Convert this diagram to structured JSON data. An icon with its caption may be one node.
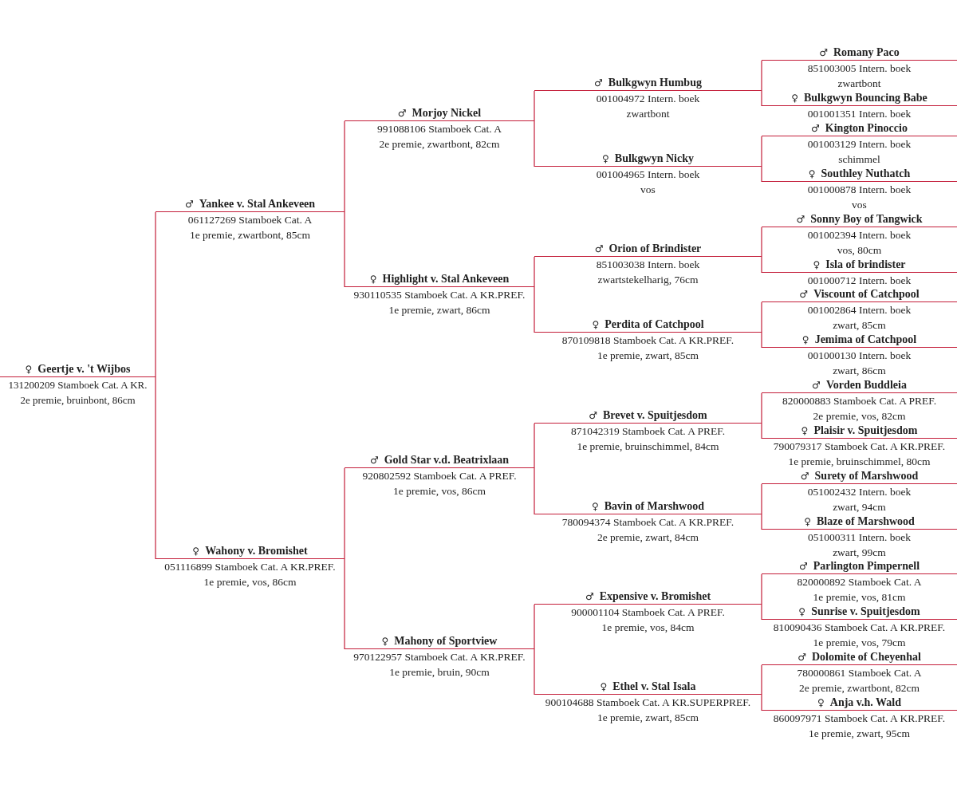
{
  "diagram": {
    "nodes": [
      {
        "text": [
          "♀",
          "Geertje v. 't Wijbos",
          "131200209 Stamboek Cat. A KR.",
          "2e premie, bruinbont, 86cm"
        ]
      },
      {
        "text": [
          "♂",
          "Yankee v. Stal Ankeveen",
          "061127269 Stamboek Cat. A",
          "1e premie, zwartbont, 85cm"
        ]
      },
      {
        "text": [
          "♀",
          "Wahony v. Bromishet",
          "051116899 Stamboek Cat. A KR.PREF.",
          "1e premie, vos, 86cm"
        ]
      },
      {
        "text": [
          "♂",
          "Morjoy Nickel",
          "991088106 Stamboek Cat. A",
          "2e premie, zwartbont, 82cm"
        ]
      },
      {
        "text": [
          "♀",
          "Highlight v. Stal Ankeveen",
          "930110535 Stamboek Cat. A KR.PREF.",
          "1e premie, zwart, 86cm"
        ]
      },
      {
        "text": [
          "♂",
          "Gold Star v.d. Beatrixlaan",
          "920802592 Stamboek Cat. A PREF.",
          "1e premie, vos, 86cm"
        ]
      },
      {
        "text": [
          "♀",
          "Mahony of Sportview",
          "970122957 Stamboek Cat. A KR.PREF.",
          "1e premie, bruin, 90cm"
        ]
      },
      {
        "text": [
          "♂",
          "Bulkgwyn Humbug",
          "001004972 Intern. boek",
          "zwartbont"
        ]
      },
      {
        "text": [
          "♀",
          "Bulkgwyn Nicky",
          "001004965 Intern. boek",
          "vos"
        ]
      },
      {
        "text": [
          "♂",
          "Orion of Brindister",
          "851003038 Intern. boek",
          "zwartstekelharig, 76cm"
        ]
      },
      {
        "text": [
          "♀",
          "Perdita of Catchpool",
          "870109818 Stamboek Cat. A KR.PREF.",
          "1e premie, zwart, 85cm"
        ]
      },
      {
        "text": [
          "♂",
          "Brevet v. Spuitjesdom",
          "871042319 Stamboek Cat. A PREF.",
          "1e premie, bruinschimmel, 84cm"
        ]
      },
      {
        "text": [
          "♀",
          "Bavin of Marshwood",
          "780094374 Stamboek Cat. A KR.PREF.",
          "2e premie, zwart, 84cm"
        ]
      },
      {
        "text": [
          "♂",
          "Expensive v. Bromishet",
          "900001104 Stamboek Cat. A PREF.",
          "1e premie, vos, 84cm"
        ]
      },
      {
        "text": [
          "♀",
          "Ethel v. Stal Isala",
          "900104688 Stamboek Cat. A KR.SUPERPREF.",
          "1e premie, zwart, 85cm"
        ]
      },
      {
        "text": [
          "♂",
          "Romany Paco",
          "851003005 Intern. boek",
          "zwartbont"
        ]
      },
      {
        "text": [
          "♀",
          "Bulkgwyn Bouncing Babe",
          "001001351 Intern. boek"
        ]
      },
      {
        "text": [
          "♂",
          "Kington Pinoccio",
          "001003129 Intern. boek",
          "schimmel"
        ]
      },
      {
        "text": [
          "♀",
          "Southley Nuthatch",
          "001000878 Intern. boek",
          "vos"
        ]
      },
      {
        "text": [
          "♂",
          "Sonny Boy of Tangwick",
          "001002394 Intern. boek",
          "vos, 80cm"
        ]
      },
      {
        "text": [
          "♀",
          "Isla of brindister",
          "001000712 Intern. boek"
        ]
      },
      {
        "text": [
          "♂",
          "Viscount of Catchpool",
          "001002864 Intern. boek",
          "zwart, 85cm"
        ]
      },
      {
        "text": [
          "♀",
          "Jemima of Catchpool",
          "001000130 Intern. boek",
          "zwart, 86cm"
        ]
      },
      {
        "text": [
          "♂",
          "Vorden Buddleia",
          "820000883 Stamboek Cat. A PREF.",
          "2e premie, vos, 82cm"
        ]
      },
      {
        "text": [
          "♀",
          "Plaisir v. Spuitjesdom",
          "790079317 Stamboek Cat. A KR.PREF.",
          "1e premie, bruinschimmel, 80cm"
        ]
      },
      {
        "text": [
          "♂",
          "Surety of Marshwood",
          "051002432 Intern. boek",
          "zwart, 94cm"
        ]
      },
      {
        "text": [
          "♀",
          "Blaze of Marshwood",
          "051000311 Intern. boek",
          "zwart, 99cm"
        ]
      },
      {
        "text": [
          "♂",
          "Parlington Pimpernell",
          "820000892 Stamboek Cat. A",
          "1e premie, vos, 81cm"
        ]
      },
      {
        "text": [
          "♀",
          "Sunrise v. Spuitjesdom",
          "810090436 Stamboek Cat. A KR.PREF.",
          "1e premie, vos, 79cm"
        ]
      },
      {
        "text": [
          "♂",
          "Dolomite of Cheyenhal",
          "780000861 Stamboek Cat. A",
          "2e premie, zwartbont, 82cm"
        ]
      },
      {
        "text": [
          "♀",
          "Anja v.h. Wald",
          "860097971 Stamboek Cat. A KR.PREF.",
          "1e premie, zwart, 95cm"
        ]
      }
    ],
    "edges": [
      {
        "from": 0,
        "to": 1,
        "arrow": "none"
      },
      {
        "from": 0,
        "to": 2,
        "arrow": "none"
      },
      {
        "from": 1,
        "to": 3,
        "arrow": "none"
      },
      {
        "from": 1,
        "to": 4,
        "arrow": "none"
      },
      {
        "from": 2,
        "to": 5,
        "arrow": "none"
      },
      {
        "from": 2,
        "to": 6,
        "arrow": "none"
      },
      {
        "from": 3,
        "to": 7,
        "arrow": "none"
      },
      {
        "from": 3,
        "to": 8,
        "arrow": "none"
      },
      {
        "from": 4,
        "to": 9,
        "arrow": "none"
      },
      {
        "from": 4,
        "to": 10,
        "arrow": "none"
      },
      {
        "from": 5,
        "to": 11,
        "arrow": "none"
      },
      {
        "from": 5,
        "to": 12,
        "arrow": "none"
      },
      {
        "from": 6,
        "to": 13,
        "arrow": "none"
      },
      {
        "from": 6,
        "to": 14,
        "arrow": "none"
      },
      {
        "from": 7,
        "to": 15,
        "arrow": "none"
      },
      {
        "from": 7,
        "to": 16,
        "arrow": "none"
      },
      {
        "from": 8,
        "to": 17,
        "arrow": "none"
      },
      {
        "from": 8,
        "to": 18,
        "arrow": "none"
      },
      {
        "from": 9,
        "to": 19,
        "arrow": "none"
      },
      {
        "from": 9,
        "to": 20,
        "arrow": "none"
      },
      {
        "from": 10,
        "to": 21,
        "arrow": "none"
      },
      {
        "from": 10,
        "to": 22,
        "arrow": "none"
      },
      {
        "from": 11,
        "to": 23,
        "arrow": "none"
      },
      {
        "from": 11,
        "to": 24,
        "arrow": "none"
      },
      {
        "from": 12,
        "to": 25,
        "arrow": "none"
      },
      {
        "from": 12,
        "to": 26,
        "arrow": "none"
      },
      {
        "from": 13,
        "to": 27,
        "arrow": "none"
      },
      {
        "from": 13,
        "to": 28,
        "arrow": "none"
      },
      {
        "from": 14,
        "to": 29,
        "arrow": "none"
      },
      {
        "from": 14,
        "to": 30,
        "arrow": "none"
      }
    ]
  }
}
